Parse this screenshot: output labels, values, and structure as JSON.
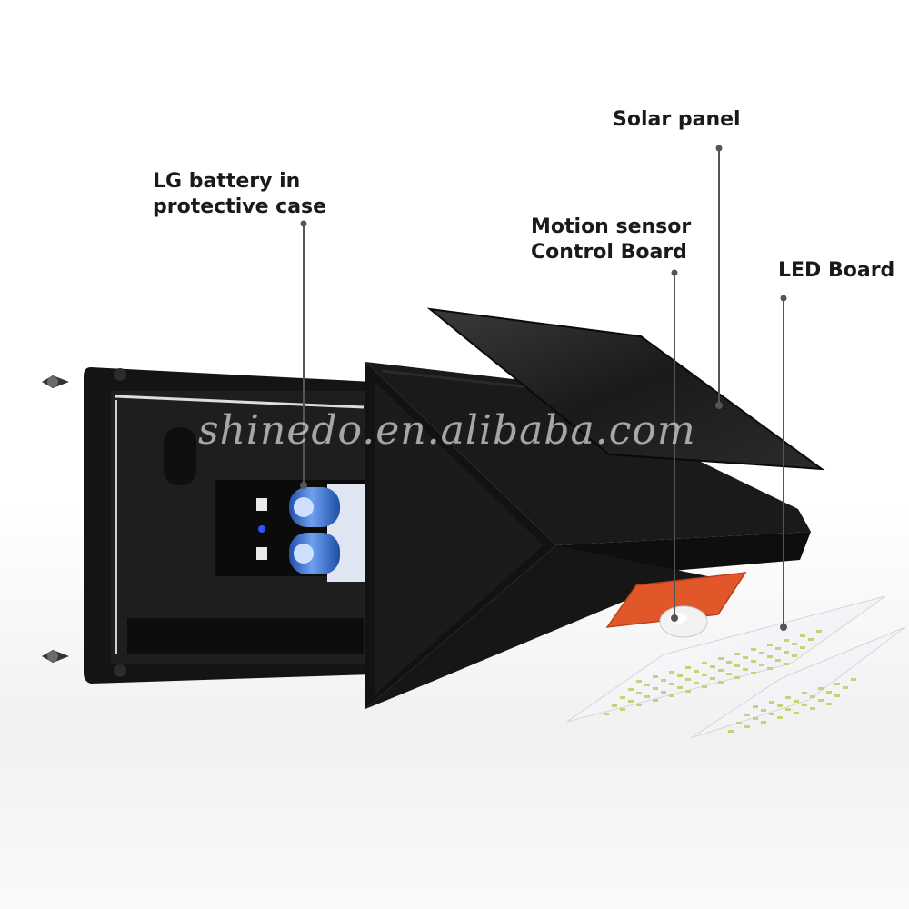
{
  "labels": {
    "battery": "LG battery in\nprotective case",
    "solar_panel": "Solar panel",
    "motion_sensor": "Motion sensor\nControl Board",
    "led_board": "LED Board"
  },
  "watermark": "shinedo.en.alibaba.com",
  "colors": {
    "housing": "#161616",
    "battery": "#2f6ed3",
    "sensor_board": "#e2572a",
    "solar": "#1f1f1f",
    "leader_line": "#555555"
  }
}
